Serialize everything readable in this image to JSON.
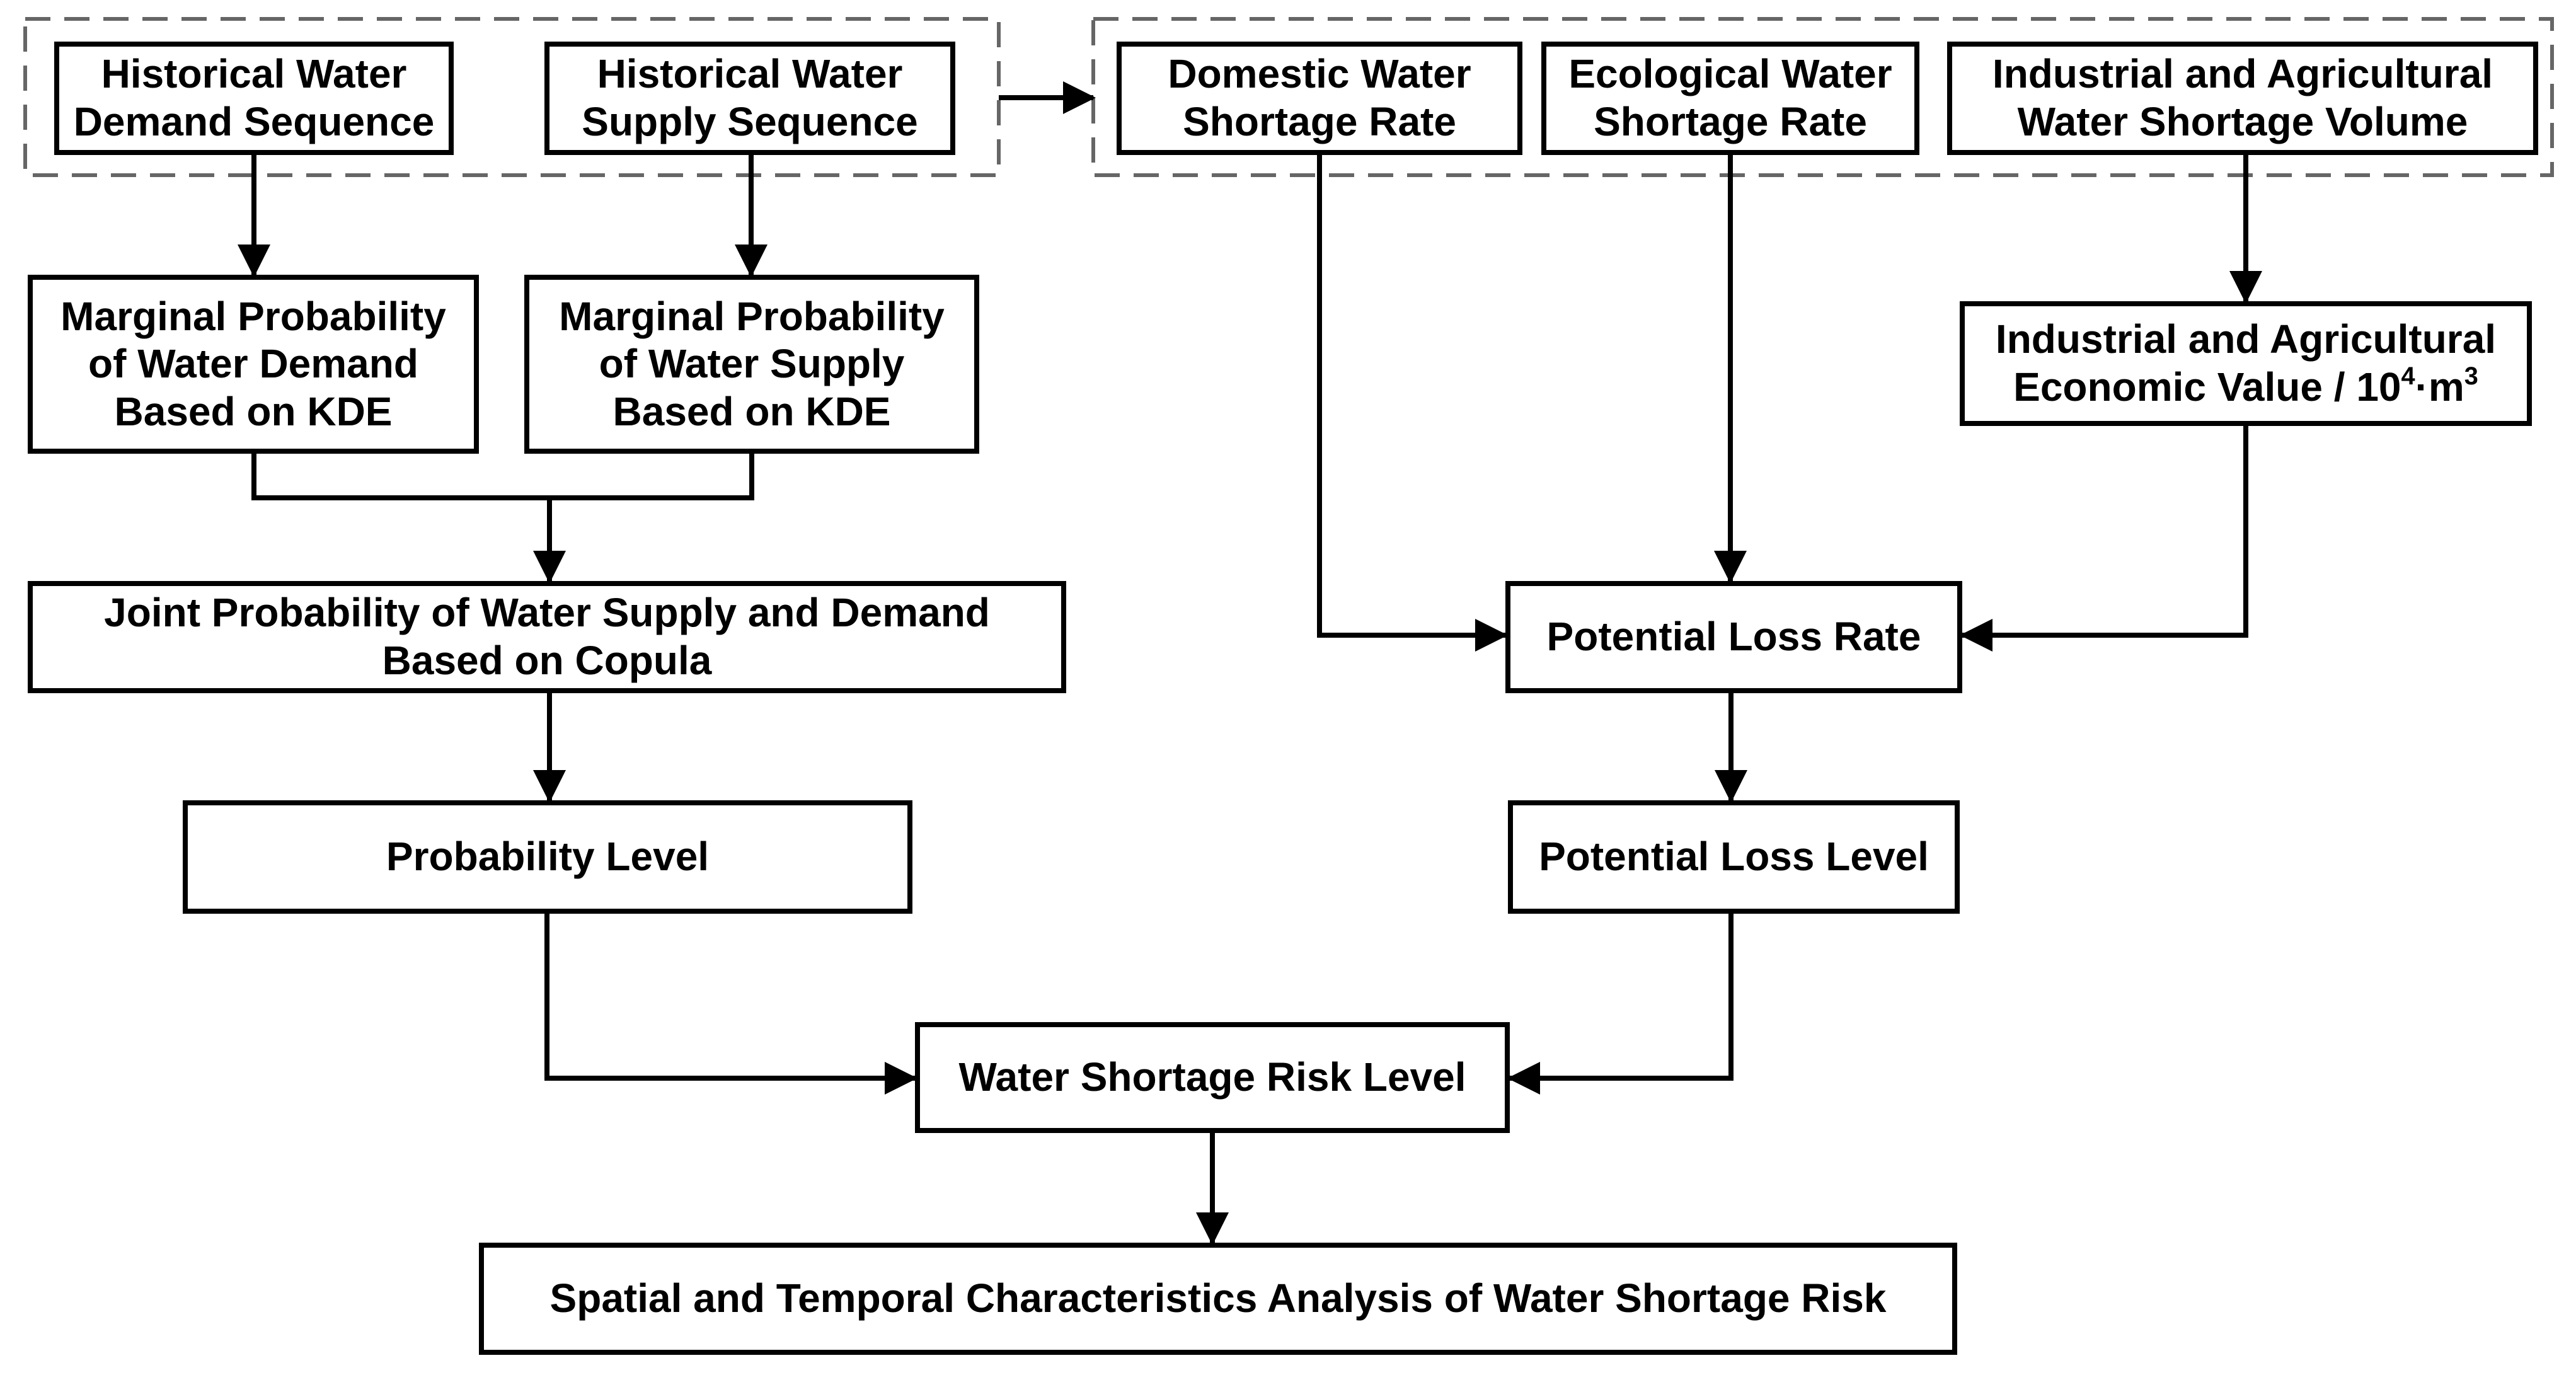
{
  "diagram": {
    "type": "flowchart",
    "nodes": {
      "hist_demand": {
        "lines": [
          "Historical Water",
          "Demand Sequence"
        ]
      },
      "hist_supply": {
        "lines": [
          "Historical Water",
          "Supply Sequence"
        ]
      },
      "domestic": {
        "lines": [
          "Domestic Water",
          "Shortage Rate"
        ]
      },
      "ecological": {
        "lines": [
          "Ecological Water",
          "Shortage Rate"
        ]
      },
      "ind_agri_volume": {
        "lines": [
          "Industrial and Agricultural",
          "Water Shortage Volume"
        ]
      },
      "marg_demand": {
        "lines": [
          "Marginal Probability",
          "of Water Demand",
          "Based on KDE"
        ]
      },
      "marg_supply": {
        "lines": [
          "Marginal Probability",
          "of Water Supply",
          "Based on KDE"
        ]
      },
      "ind_agri_value": {
        "line1": "Industrial and Agricultural",
        "line2_prefix": "Economic Value / 10",
        "line2_exp1": "4",
        "line2_mid": "·m",
        "line2_exp2": "3"
      },
      "joint": {
        "lines": [
          "Joint Probability of Water Supply and Demand",
          "Based on Copula"
        ]
      },
      "potential_loss_rate": {
        "lines": [
          "Potential Loss Rate"
        ]
      },
      "probability_level": {
        "lines": [
          "Probability Level"
        ]
      },
      "potential_loss_level": {
        "lines": [
          "Potential Loss Level"
        ]
      },
      "risk_level": {
        "lines": [
          "Water Shortage Risk Level"
        ]
      },
      "analysis": {
        "lines": [
          "Spatial and Temporal Characteristics Analysis of Water Shortage Risk"
        ]
      }
    },
    "groups": [
      {
        "id": "input-sequences-group",
        "members": [
          "hist_demand",
          "hist_supply"
        ]
      },
      {
        "id": "shortage-indicators-group",
        "members": [
          "domestic",
          "ecological",
          "ind_agri_volume"
        ]
      }
    ],
    "edges": [
      {
        "from": "input-sequences-group",
        "to": "shortage-indicators-group"
      },
      {
        "from": "hist_demand",
        "to": "marg_demand"
      },
      {
        "from": "hist_supply",
        "to": "marg_supply"
      },
      {
        "from": "marg_demand",
        "to": "joint"
      },
      {
        "from": "marg_supply",
        "to": "joint"
      },
      {
        "from": "joint",
        "to": "probability_level"
      },
      {
        "from": "ind_agri_volume",
        "to": "ind_agri_value"
      },
      {
        "from": "domestic",
        "to": "potential_loss_rate"
      },
      {
        "from": "ecological",
        "to": "potential_loss_rate"
      },
      {
        "from": "ind_agri_value",
        "to": "potential_loss_rate"
      },
      {
        "from": "potential_loss_rate",
        "to": "potential_loss_level"
      },
      {
        "from": "probability_level",
        "to": "risk_level"
      },
      {
        "from": "potential_loss_level",
        "to": "risk_level"
      },
      {
        "from": "risk_level",
        "to": "analysis"
      }
    ],
    "colors": {
      "stroke": "#000000",
      "group_border": "#666666",
      "background": "#ffffff"
    }
  }
}
